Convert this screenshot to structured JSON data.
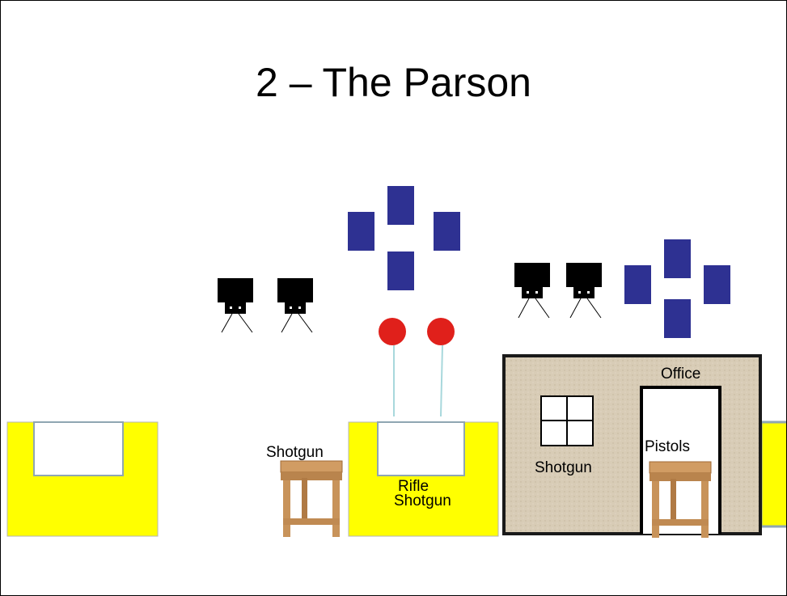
{
  "slide": {
    "title": "2 – The Parson"
  },
  "labels": {
    "office": "Office",
    "left_table_item": "Shotgun",
    "center_bay_line1": "Rifle",
    "center_bay_line2": "Shotgun",
    "building_item": "Shotgun",
    "office_item": "Pistols"
  },
  "colors": {
    "bay_fill": "#ffff00",
    "bay_window": "#ffffff",
    "bay_window_border": "#8fa6b2",
    "blue_target": "#2e3192",
    "red_target": "#e0201b",
    "target_post": "#a8d8dc",
    "steel_target": "#000000",
    "building_fill": "#d8ccb6",
    "building_border": "#1a1a1a",
    "table_wood": "#c8935a"
  },
  "icons": [
    "steel-target-icon",
    "popper-target-icon",
    "paper-target-icon",
    "table-icon",
    "window-icon",
    "door-icon"
  ]
}
